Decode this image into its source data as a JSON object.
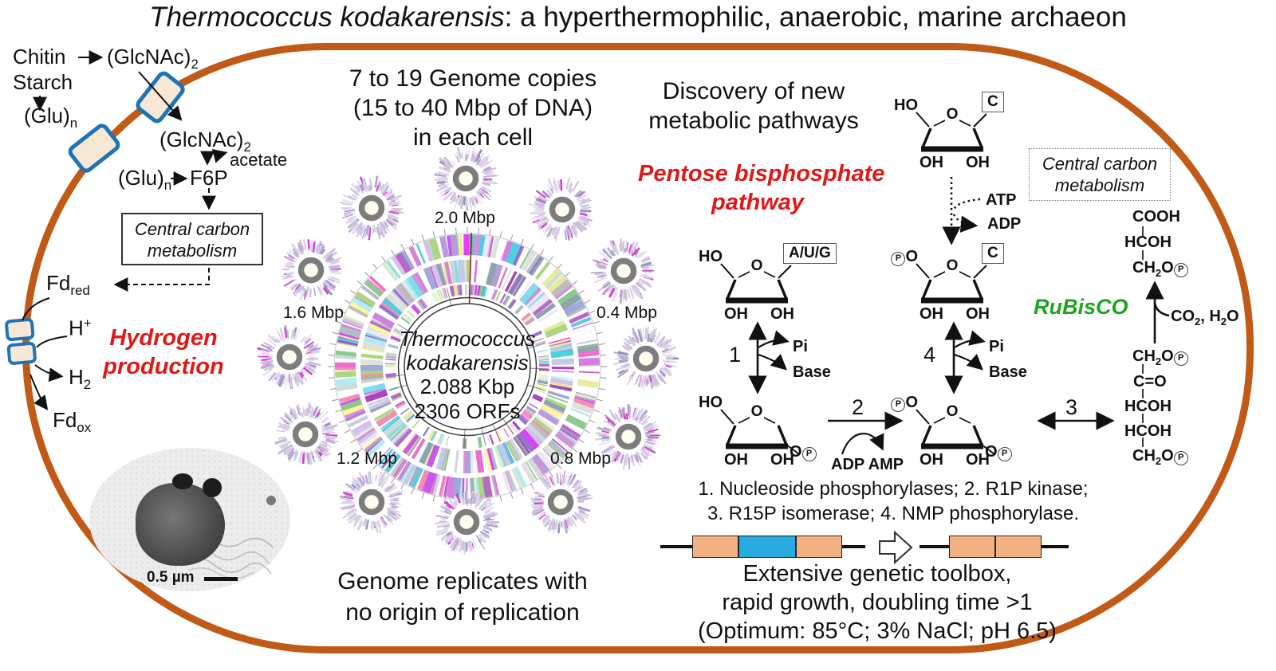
{
  "title": {
    "species": "Thermococcus kodakarensis",
    "rest": ": a hyperthermophilic, anaerobic, marine archaeon"
  },
  "colors": {
    "membrane": "#c05a16",
    "transporter_border": "#1e74b5",
    "transporter_fill": "#f7e8d6",
    "red_accent": "#e01818",
    "green_accent": "#1ca61c",
    "gene_orange": "#f4b183",
    "gene_blue": "#29abe2"
  },
  "left": {
    "chitin": "Chitin",
    "glcnac2_out": "(GlcNAc)_{2}",
    "starch": "Starch",
    "glun_out": "(Glu)_{n}",
    "glcnac2_in": "(GlcNAc)_{2}",
    "acetate": "acetate",
    "glun_in": "(Glu)_{n}",
    "f6p": "F6P",
    "ccm_box_line1": "Central carbon",
    "ccm_box_line2": "metabolism",
    "fd_red": "Fd_{red}",
    "h_plus": "H^{+}",
    "h2": "H_{2}",
    "fd_ox": "Fd_{ox}",
    "hydrogen_line1": "Hydrogen",
    "hydrogen_line2": "production",
    "scale_bar": "0.5 µm"
  },
  "center": {
    "copies_line1": "7 to 19 Genome copies",
    "copies_line2": "(15 to 40 Mbp of DNA)",
    "copies_line3": "in each cell",
    "genome_line1": "Thermococcus",
    "genome_line2": "kodakarensis",
    "genome_size": "2.088 Kbp",
    "genome_orfs": "2306 ORFs",
    "mbp_labels": [
      "2.0 Mbp",
      "0.4 Mbp",
      "0.8 Mbp",
      "1.2 Mbp",
      "1.6 Mbp"
    ],
    "replication_line1": "Genome replicates with",
    "replication_line2": "no origin of replication"
  },
  "right": {
    "discovery_line1": "Discovery of new",
    "discovery_line2": "metabolic pathways",
    "pentose_line1": "Pentose bisphosphate",
    "pentose_line2": "pathway",
    "ccm_box_line1": "Central carbon",
    "ccm_box_line2": "metabolism",
    "atp": "ATP",
    "adp": "ADP",
    "pi": "Pi",
    "base": "Base",
    "adp_amp": "ADP AMP",
    "step1": "1",
    "step2": "2",
    "step3": "3",
    "step4": "4",
    "rubisco": "RuBisCO",
    "co2_h2o": "CO_{2}, H_{2}O",
    "pga": [
      "COOH",
      "HCOH",
      "CH_{2}O[P]"
    ],
    "rubp": [
      "CH_{2}O[P]",
      "C=O",
      "HCOH",
      "HCOH",
      "CH_{2}O[P]"
    ],
    "ring_atom": "O",
    "sugars": {
      "nucleoside_c": {
        "left": "HO",
        "base": "C",
        "ohs": [
          "OH",
          "OH"
        ]
      },
      "nmp_c": {
        "left": "[P]O",
        "base": "C",
        "ohs": [
          "OH",
          "OH"
        ]
      },
      "nucleoside_aug": {
        "left": "HO",
        "base": "A/U/G",
        "ohs": [
          "OH",
          "OH"
        ]
      },
      "r1p": {
        "left": "HO",
        "right": "O[P]",
        "ohs": [
          "OH",
          "OH"
        ]
      },
      "r15p": {
        "left": "[P]O",
        "right": "O[P]",
        "ohs": [
          "OH",
          "OH"
        ]
      }
    },
    "enzymes_line1": "1. Nucleoside  phosphorylases;   2. R1P  kinase;",
    "enzymes_line2": "3. R15P  isomerase;   4. NMP  phosphorylase.",
    "toolbox_line1": "Extensive  genetic  toolbox,",
    "toolbox_line2": "rapid growth, doubling time >1",
    "toolbox_line3": "(Optimum: 85°C;  3% NaCl;  pH 6.5)"
  }
}
